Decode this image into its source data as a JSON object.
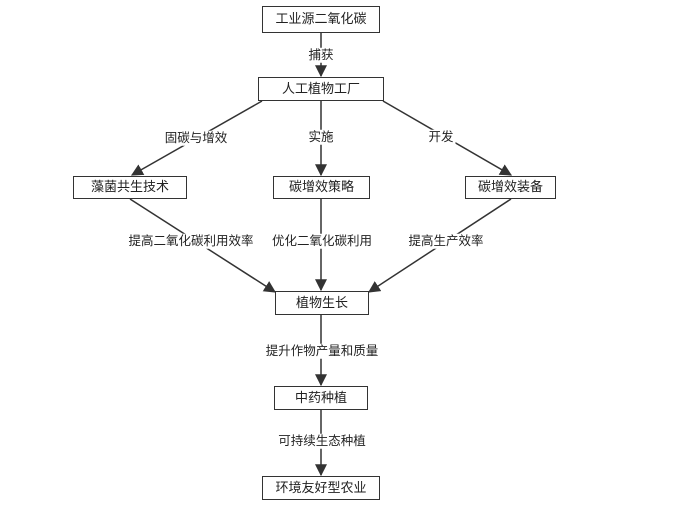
{
  "nodes": {
    "industrial_co2": "工业源二氧化碳",
    "artificial_plant_factory": "人工植物工厂",
    "algae_tech": "藻菌共生技术",
    "carbon_strategy": "碳增效策略",
    "carbon_equipment": "碳增效装备",
    "plant_growth": "植物生长",
    "herb_planting": "中药种植",
    "eco_agriculture": "环境友好型农业"
  },
  "edges": {
    "capture": "捕获",
    "fixation_efficiency": "固碳与增效",
    "implement": "实施",
    "develop": "开发",
    "improve_co2_use": "提高二氧化碳利用效率",
    "optimize_co2_use": "优化二氧化碳利用",
    "improve_production": "提高生产效率",
    "improve_yield_quality": "提升作物产量和质量",
    "sustainable_planting": "可持续生态种植"
  },
  "colors": {
    "line": "#333333",
    "text": "#222222"
  }
}
